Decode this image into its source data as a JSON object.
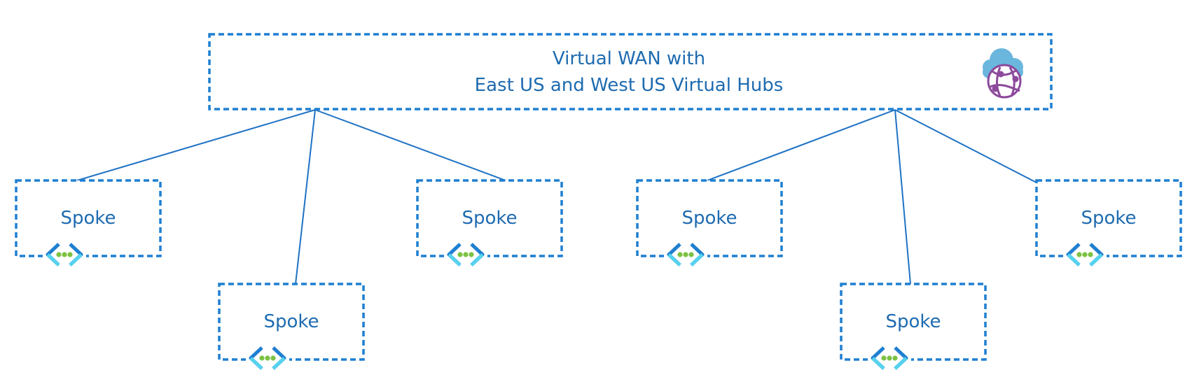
{
  "hub": {
    "title_line1": "Virtual WAN with",
    "title_line2": "East US and West US Virtual Hubs",
    "icon": "virtual-wan-icon"
  },
  "spokes": [
    {
      "label": "Spoke",
      "icon": "virtual-network-icon"
    },
    {
      "label": "Spoke",
      "icon": "virtual-network-icon"
    },
    {
      "label": "Spoke",
      "icon": "virtual-network-icon"
    },
    {
      "label": "Spoke",
      "icon": "virtual-network-icon"
    },
    {
      "label": "Spoke",
      "icon": "virtual-network-icon"
    },
    {
      "label": "Spoke",
      "icon": "virtual-network-icon"
    }
  ],
  "colors": {
    "border": "#1f7fd0",
    "line": "#1f72c4",
    "text": "#1e6bb0",
    "cloud": "#6bb6dd",
    "globe": "#8c4a9c",
    "vnet_bracket_dark": "#1f7fd0",
    "vnet_bracket_light": "#55d2ee",
    "vnet_dot": "#7cc242"
  }
}
